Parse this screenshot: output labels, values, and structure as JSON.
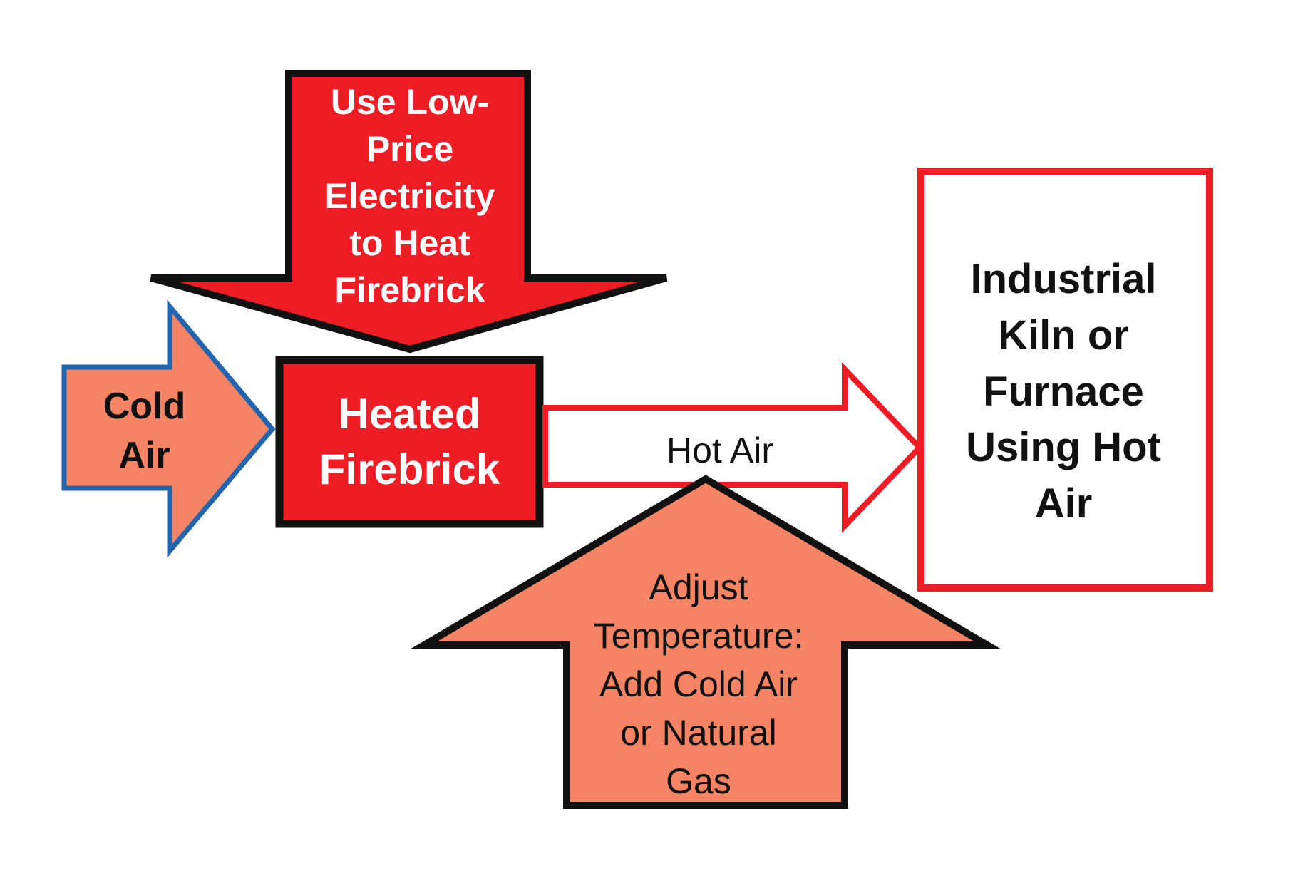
{
  "diagram": {
    "electricity_arrow": {
      "lines": [
        "Use Low-",
        "Price",
        "Electricity",
        "to Heat",
        "Firebrick"
      ]
    },
    "cold_air_arrow": {
      "lines": [
        "Cold",
        "Air"
      ]
    },
    "heated_firebrick_box": {
      "lines": [
        "Heated",
        "Firebrick"
      ]
    },
    "hot_air_arrow": {
      "label": "Hot Air"
    },
    "kiln_box": {
      "lines": [
        "Industrial",
        "Kiln or",
        "Furnace",
        "Using Hot",
        "Air"
      ]
    },
    "adjust_arrow": {
      "lines": [
        "Adjust",
        "Temperature:",
        "Add Cold Air",
        "or Natural",
        "Gas"
      ]
    }
  },
  "colors": {
    "bright_red": "#ee1c25",
    "salmon": "#f58464",
    "black_outline": "#111111",
    "blue_outline": "#2264ad",
    "white": "#ffffff"
  }
}
